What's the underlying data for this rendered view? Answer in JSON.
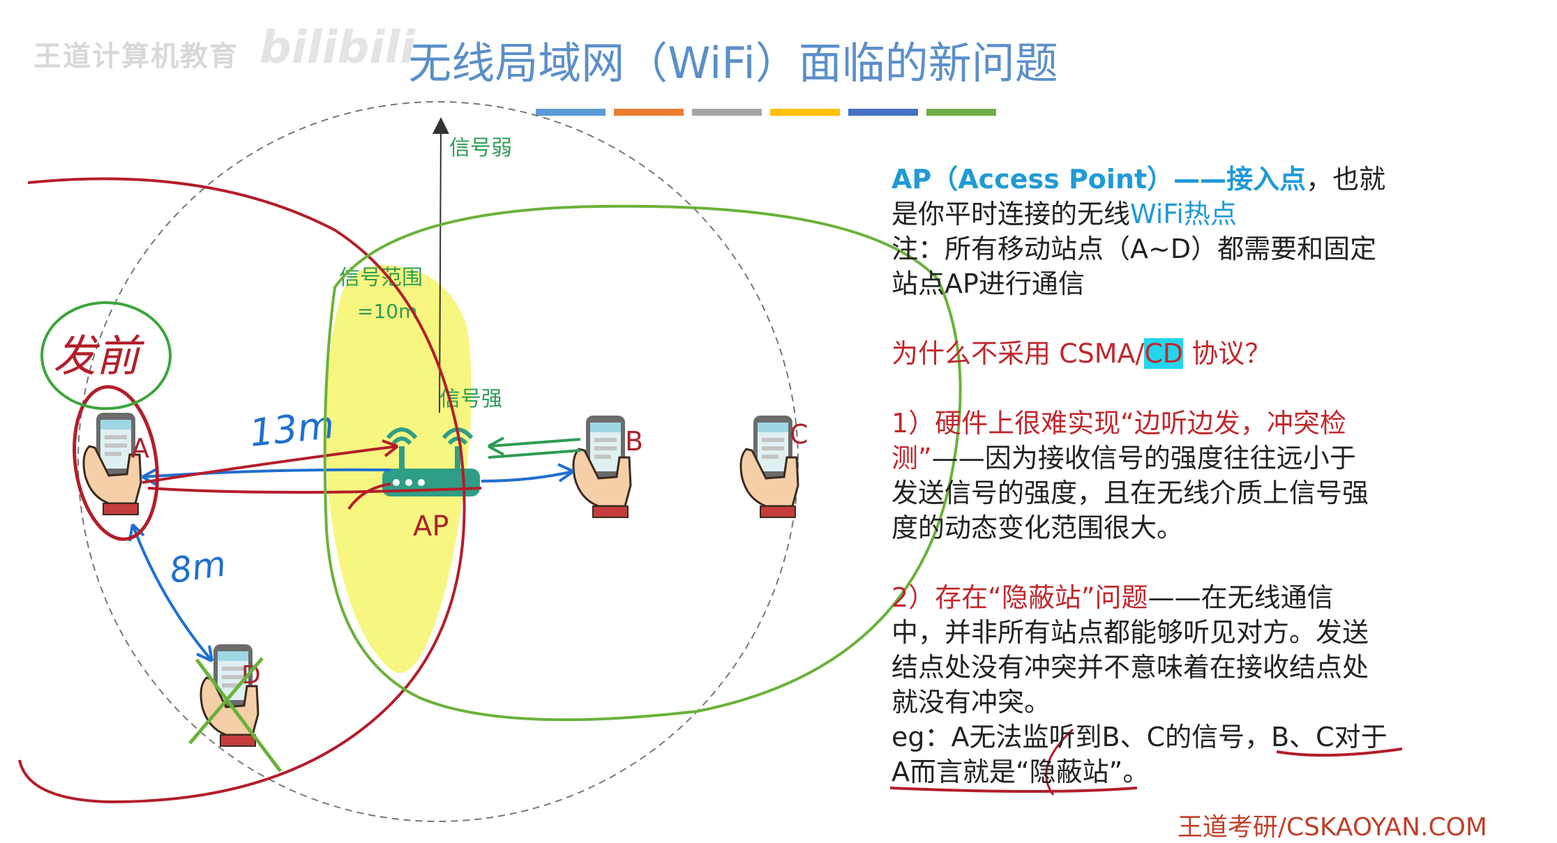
{
  "watermark": {
    "brand": "王道计算机教育",
    "site": "bilibili"
  },
  "title": "无线局域网（WiFi）面临的新问题",
  "accent_bars": [
    "#5b9bd5",
    "#ed7d31",
    "#a5a5a5",
    "#ffc000",
    "#4472c4",
    "#70ad47"
  ],
  "diagram": {
    "signal_weak": "信号弱",
    "signal_range": "信号范围",
    "signal_range_value": "=10m",
    "signal_strong": "信号强",
    "ap_label": "AP",
    "station_a": "A",
    "station_b": "B",
    "station_c": "C",
    "station_d": "D",
    "handwritten_send": "发前",
    "handwritten_13m": "13m",
    "handwritten_8m": "8m"
  },
  "panel": {
    "p1_blue": "AP（Access Point）——接入点",
    "p1_rest": "，也就",
    "p2_black": "是你平时连接的无线",
    "p2_blue": "WiFi热点",
    "p3": "注：所有移动站点（A~D）都需要和固定",
    "p4": "站点AP进行通信",
    "q_before": "为什么不采用 CSMA/",
    "q_hl": "CD",
    "q_after": " 协议？",
    "r1_red": "1）硬件上很难实现“边听边发，冲突检",
    "r2_red": "测”",
    "r2_rest": "——因为接收信号的强度往往远小于",
    "r3": "发送信号的强度，且在无线介质上信号强",
    "r4": "度的动态变化范围很大。",
    "s1_red": "2）存在“隐蔽站”问题",
    "s1_rest": "——在无线通信",
    "s2": "中，并非所有站点都能够听见对方。发送",
    "s3": "结点处没有冲突并不意味着在接收结点处",
    "s4": "就没有冲突。",
    "eg1": "eg：A无法监听到B、C的信号，B、C对于",
    "eg2": "A而言就是“隐蔽站”。"
  },
  "footer": "王道考研/CSKAOYAN.COM"
}
